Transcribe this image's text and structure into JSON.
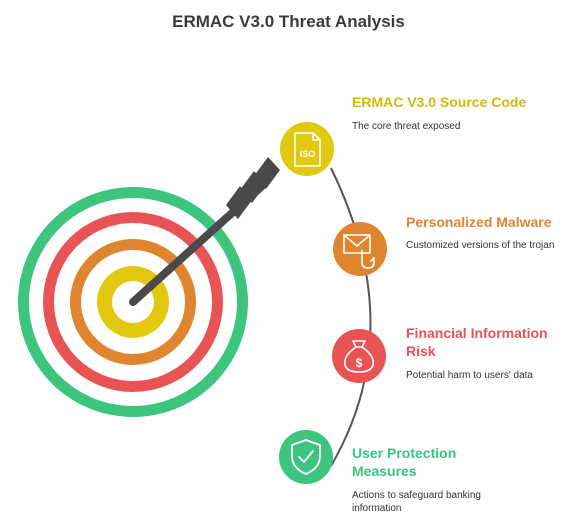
{
  "title": "ERMAC V3.0 Threat Analysis",
  "colors": {
    "green": "#3dc47e",
    "red": "#e85353",
    "orange": "#e0852f",
    "yellow": "#e2c80e",
    "arrow": "#4a4a4a"
  },
  "items": [
    {
      "title": "ERMAC V3.0 Source Code",
      "description": "The core threat exposed",
      "icon": "iso-file-icon",
      "color": "#d4b70f"
    },
    {
      "title": "Personalized Malware",
      "description": "Customized versions of the trojan",
      "icon": "mail-hook-icon",
      "color": "#e0852f"
    },
    {
      "title": "Financial Information Risk",
      "description": "Potential harm to users' data",
      "icon": "money-bag-icon",
      "color": "#e85353"
    },
    {
      "title": "User Protection Measures",
      "description": "Actions to safeguard banking information",
      "icon": "shield-check-icon",
      "color": "#3dc47e"
    }
  ]
}
